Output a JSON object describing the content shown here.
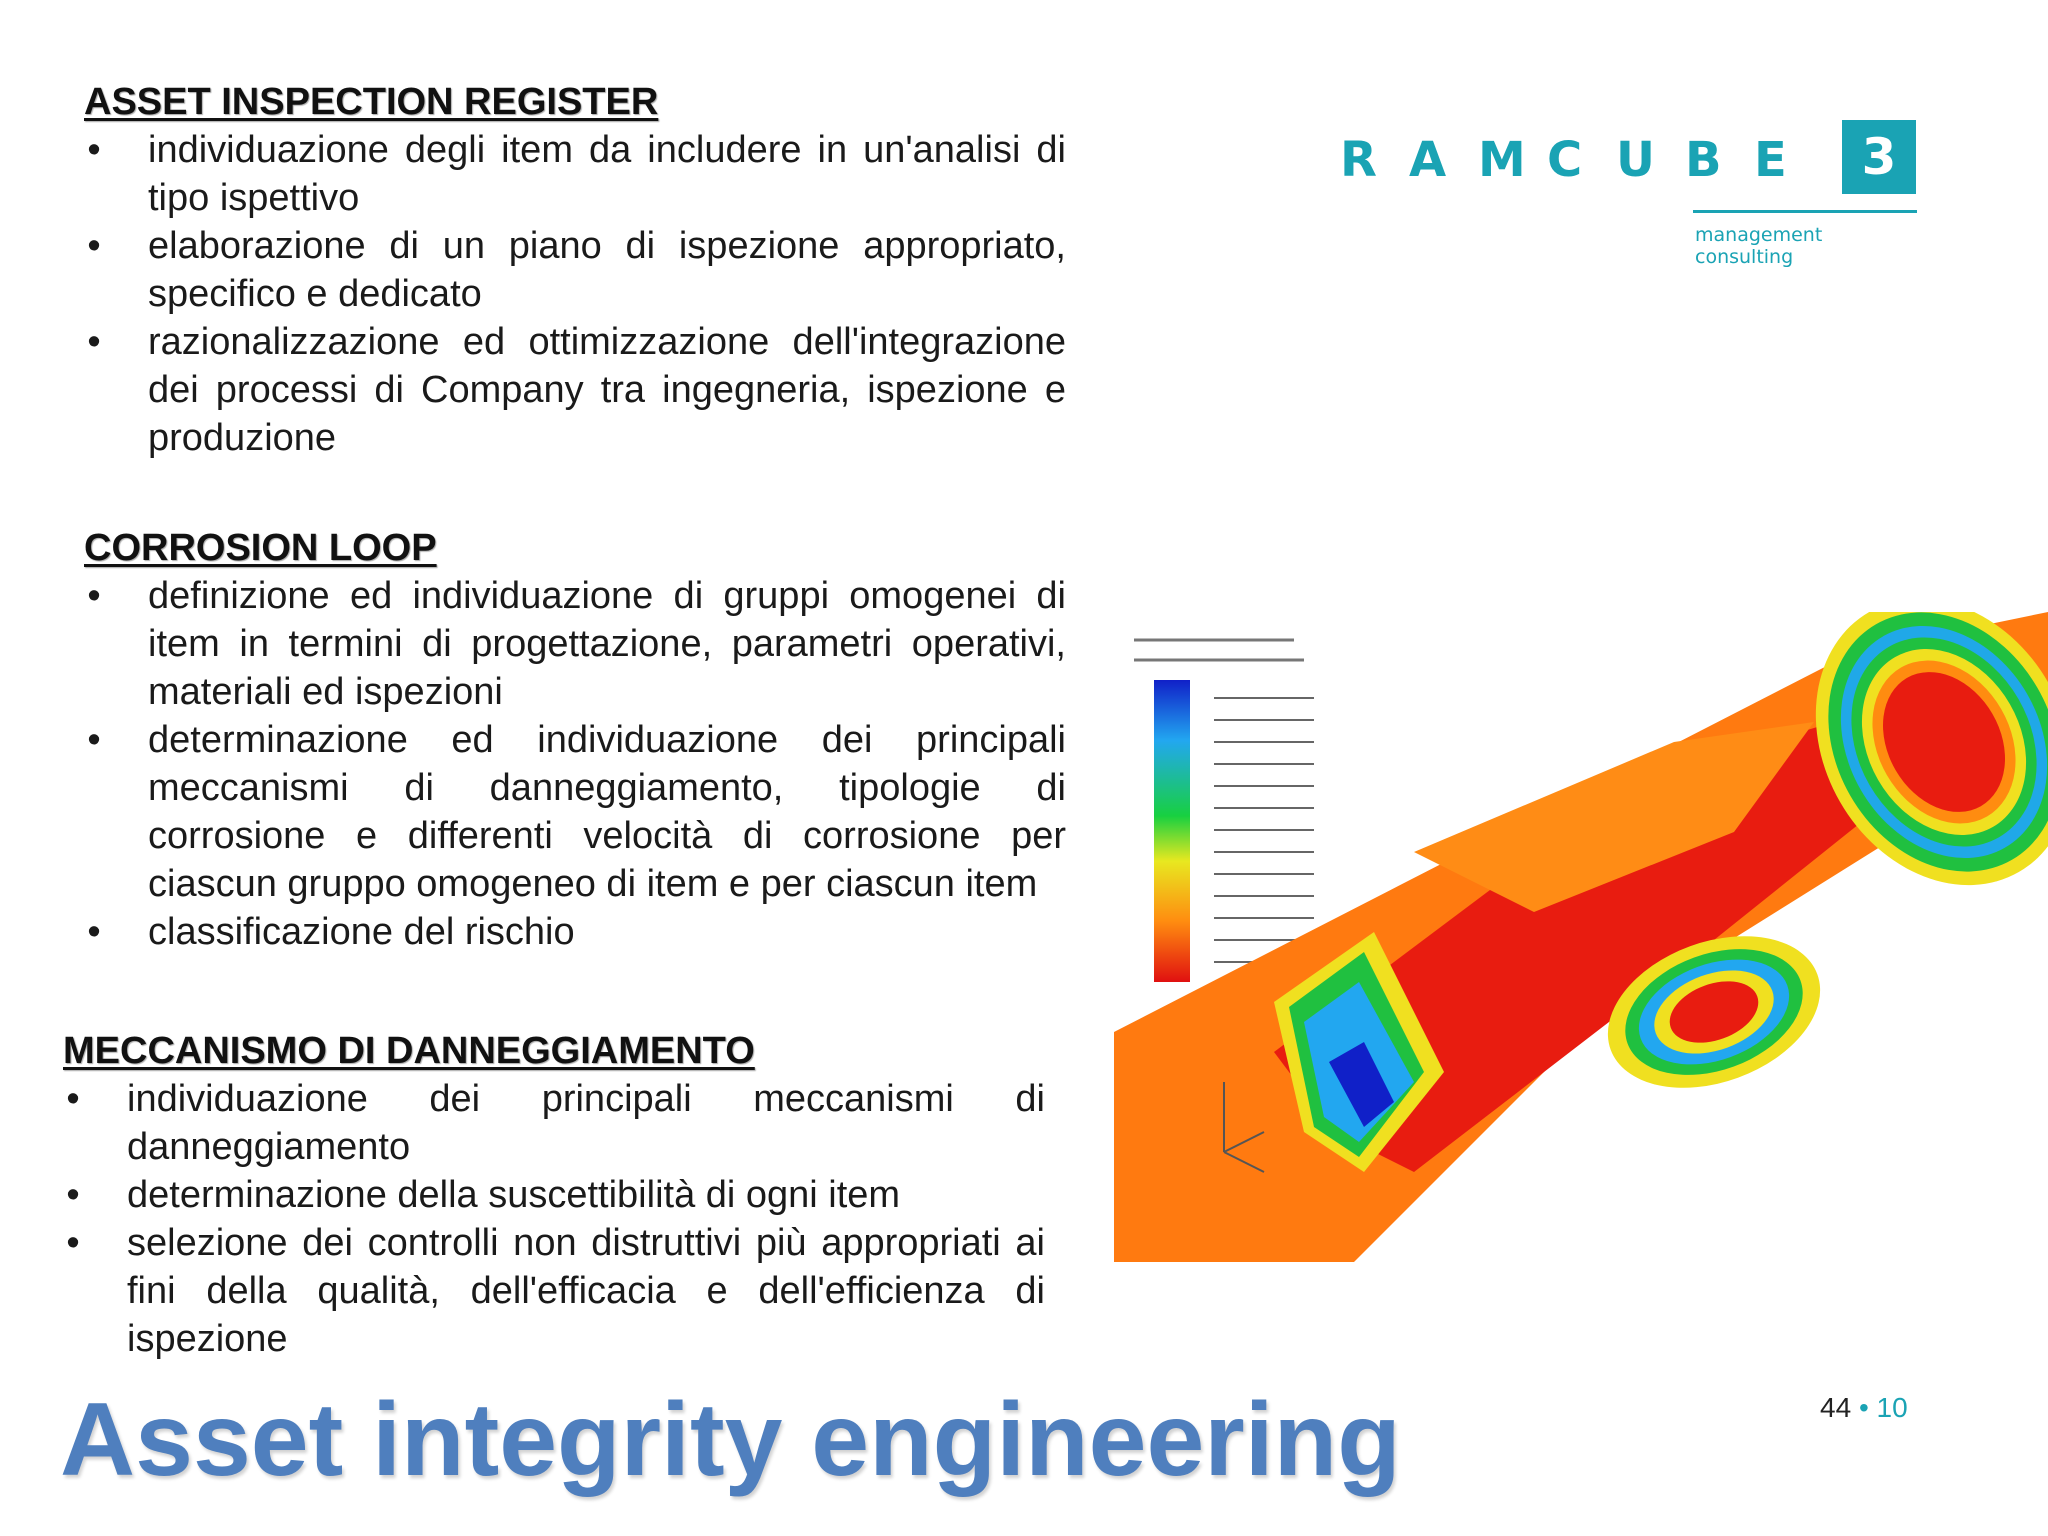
{
  "sections": [
    {
      "heading": "ASSET INSPECTION REGISTER",
      "bullets": [
        "individuazione degli item da includere in un'analisi di tipo ispettivo",
        "elaborazione di un piano di ispezione appropriato, specifico e dedicato",
        "razionalizzazione ed ottimizzazione dell'integrazione dei processi di Company tra ingegneria, ispezione e produzione"
      ]
    },
    {
      "heading": "CORROSION LOOP",
      "bullets": [
        "definizione ed individuazione di gruppi omogenei di item in termini di progettazione, parametri operativi, materiali ed ispezioni",
        "determinazione ed individuazione dei principali meccanismi di danneggiamento, tipologie di corrosione e differenti velocità di corrosione per ciascun gruppo omogeneo di item e per ciascun item",
        "classificazione del rischio"
      ]
    },
    {
      "heading": "MECCANISMO DI DANNEGGIAMENTO",
      "bullets": [
        "individuazione dei principali meccanismi di danneggiamento",
        "determinazione della suscettibilità di ogni item",
        "selezione dei controlli non distruttivi più appropriati ai fini della qualità, dell'efficacia e dell'efficienza di ispezione"
      ]
    }
  ],
  "bullet_char": "•",
  "logo": {
    "letters": [
      "R",
      "A",
      "M",
      "C",
      "U",
      "B",
      "E"
    ],
    "box_text": "3",
    "tagline": "management consulting",
    "color": "#1aa3b4"
  },
  "title": "Asset integrity engineering",
  "title_color": "#4f7fbe",
  "page": {
    "current": "44",
    "separator": "•",
    "total": "10"
  }
}
